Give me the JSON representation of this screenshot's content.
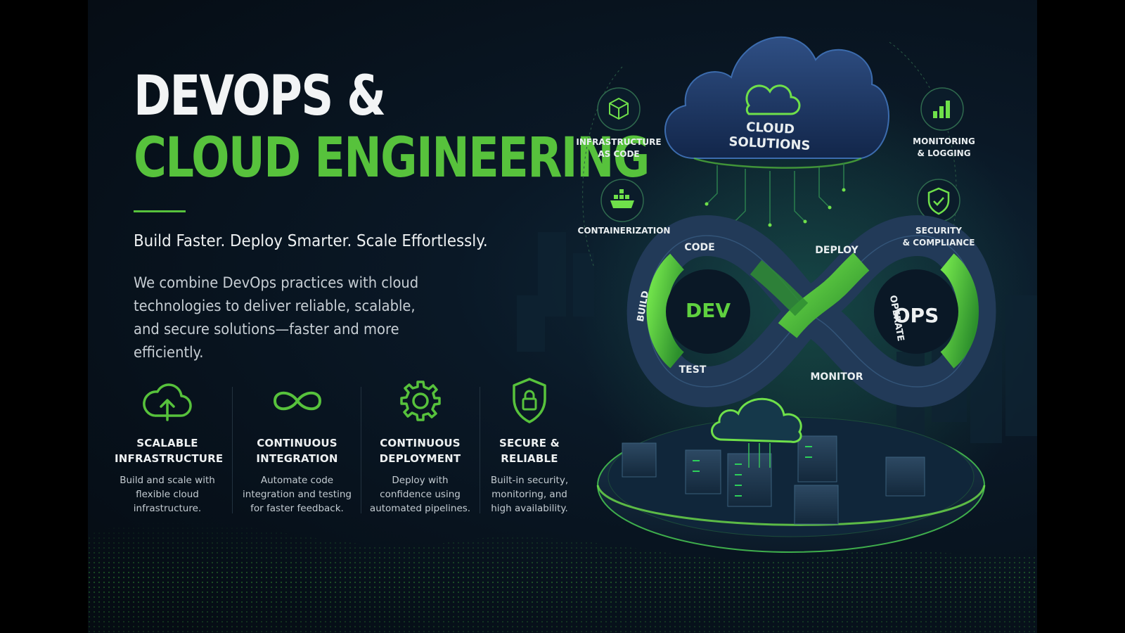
{
  "headline": {
    "line1": "DEVOPS &",
    "line2": "CLOUD ENGINEERING"
  },
  "tagline": "Build Faster. Deploy Smarter. Scale Effortlessly.",
  "description": "We combine DevOps practices with cloud technologies to deliver reliable, scalable, and secure solutions—faster and more efficiently.",
  "features": [
    {
      "icon": "cloud-upload-icon",
      "title_l1": "SCALABLE",
      "title_l2": "INFRASTRUCTURE",
      "text": "Build and scale with flexible cloud infrastructure."
    },
    {
      "icon": "infinity-icon",
      "title_l1": "CONTINUOUS",
      "title_l2": "INTEGRATION",
      "text": "Automate code integration and testing for faster feedback."
    },
    {
      "icon": "gear-icon",
      "title_l1": "CONTINUOUS",
      "title_l2": "DEPLOYMENT",
      "text": "Deploy with confidence using automated pipelines."
    },
    {
      "icon": "shield-lock-icon",
      "title_l1": "SECURE &",
      "title_l2": "RELIABLE",
      "text": "Built-in security, monitoring, and high availability."
    }
  ],
  "diagram": {
    "cloud_l1": "CLOUD",
    "cloud_l2": "SOLUTIONS",
    "iac_l1": "INFRASTRUCTURE",
    "iac_l2": "AS CODE",
    "containerization": "CONTAINERIZATION",
    "monitoring_l1": "MONITORING",
    "monitoring_l2": "& LOGGING",
    "security_l1": "SECURITY",
    "security_l2": "& COMPLIANCE",
    "dev": "DEV",
    "ops": "OPS",
    "code": "CODE",
    "build": "BUILD",
    "test": "TEST",
    "deploy": "DEPLOY",
    "operate": "OPERATE",
    "monitor": "MONITOR"
  },
  "colors": {
    "accent": "#57c23c",
    "background": "#07111b",
    "text": "#eef1f2"
  }
}
